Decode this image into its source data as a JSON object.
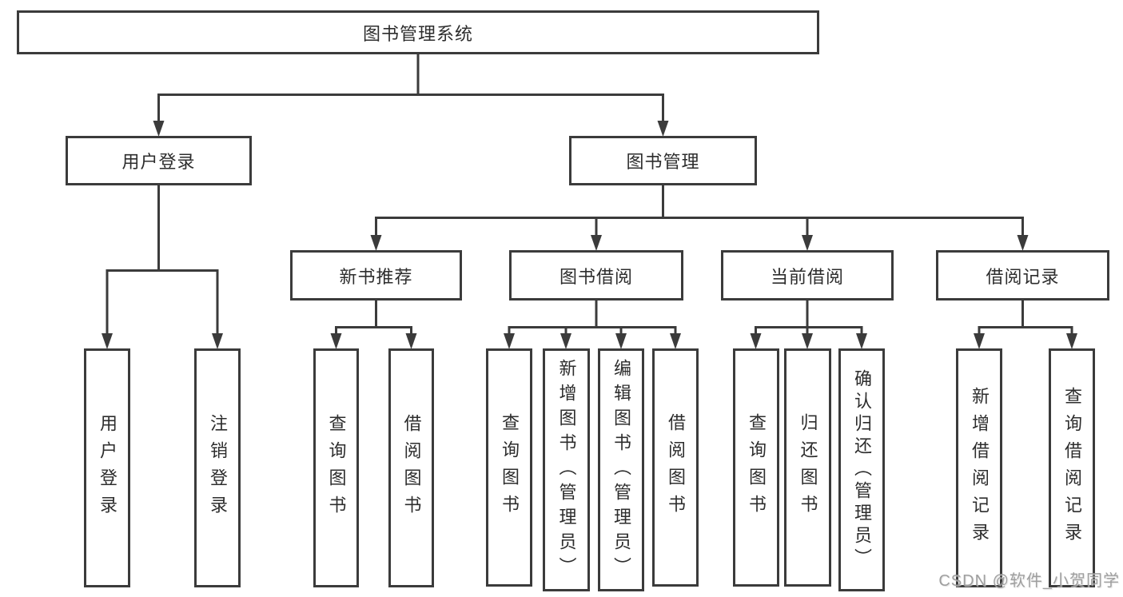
{
  "watermark": "CSDN @软件_小贺同学",
  "colors": {
    "line": "#3b3b3b",
    "box_background": "#ffffff",
    "text": "#2d2d2d",
    "watermark_text": "#969696"
  },
  "tree": {
    "label": "图书管理系统",
    "children": [
      {
        "label": "用户登录",
        "children": [
          {
            "label": "用户登录"
          },
          {
            "label": "注销登录"
          }
        ]
      },
      {
        "label": "图书管理",
        "children": [
          {
            "label": "新书推荐",
            "children": [
              {
                "label": "查询图书"
              },
              {
                "label": "借阅图书"
              }
            ]
          },
          {
            "label": "图书借阅",
            "children": [
              {
                "label": "查询图书"
              },
              {
                "label": "新增图书（管理员）"
              },
              {
                "label": "编辑图书（管理员）"
              },
              {
                "label": "借阅图书"
              }
            ]
          },
          {
            "label": "当前借阅",
            "children": [
              {
                "label": "查询图书"
              },
              {
                "label": "归还图书"
              },
              {
                "label": "确认归还（管理员）"
              }
            ]
          },
          {
            "label": "借阅记录",
            "children": [
              {
                "label": "新增借阅记录"
              },
              {
                "label": "查询借阅记录"
              }
            ]
          }
        ]
      }
    ]
  }
}
